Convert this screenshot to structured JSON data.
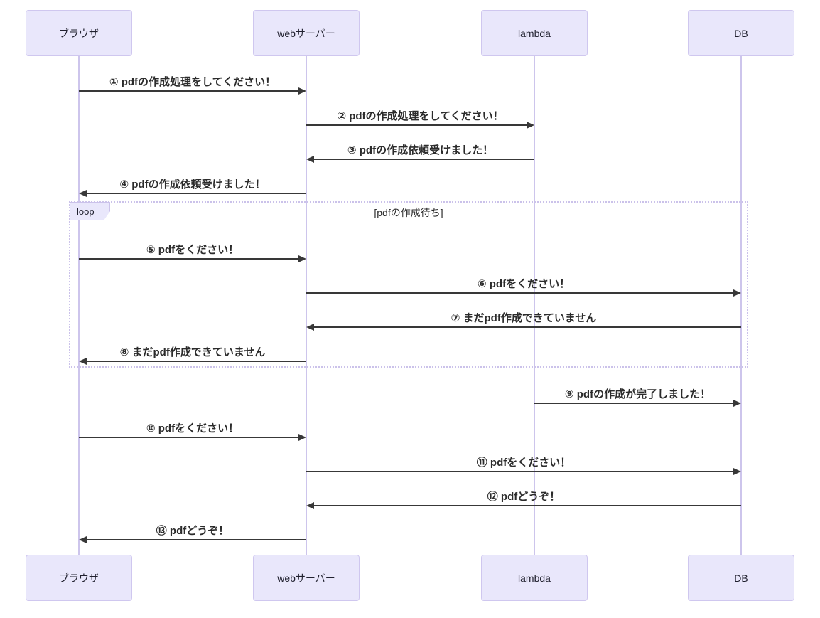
{
  "diagram": {
    "type": "sequence-diagram",
    "actors": [
      {
        "id": "browser",
        "label": "ブラウザ"
      },
      {
        "id": "webserver",
        "label": "webサーバー"
      },
      {
        "id": "lambda",
        "label": "lambda"
      },
      {
        "id": "db",
        "label": "DB"
      }
    ],
    "loop": {
      "keyword": "loop",
      "condition": "[pdfの作成待ち]",
      "first_message": 5,
      "last_message": 8
    },
    "messages": [
      {
        "n": 1,
        "from": "browser",
        "to": "webserver",
        "label": "① pdfの作成処理をしてください！"
      },
      {
        "n": 2,
        "from": "webserver",
        "to": "lambda",
        "label": "② pdfの作成処理をしてください！"
      },
      {
        "n": 3,
        "from": "lambda",
        "to": "webserver",
        "label": "③ pdfの作成依頼受けました！"
      },
      {
        "n": 4,
        "from": "webserver",
        "to": "browser",
        "label": "④ pdfの作成依頼受けました！"
      },
      {
        "n": 5,
        "from": "browser",
        "to": "webserver",
        "label": "⑤ pdfをください！"
      },
      {
        "n": 6,
        "from": "webserver",
        "to": "db",
        "label": "⑥ pdfをください！"
      },
      {
        "n": 7,
        "from": "db",
        "to": "webserver",
        "label": "⑦ まだpdf作成できていません"
      },
      {
        "n": 8,
        "from": "webserver",
        "to": "browser",
        "label": "⑧ まだpdf作成できていません"
      },
      {
        "n": 9,
        "from": "lambda",
        "to": "db",
        "label": "⑨ pdfの作成が完了しました！"
      },
      {
        "n": 10,
        "from": "browser",
        "to": "webserver",
        "label": "⑩ pdfをください！"
      },
      {
        "n": 11,
        "from": "webserver",
        "to": "db",
        "label": "⑪ pdfをください！"
      },
      {
        "n": 12,
        "from": "db",
        "to": "webserver",
        "label": "⑫ pdfどうぞ！"
      },
      {
        "n": 13,
        "from": "webserver",
        "to": "browser",
        "label": "⑬ pdfどうぞ！"
      }
    ],
    "colors": {
      "background": "#FFFFFF",
      "actor_fill": "#E9E7FB",
      "actor_border": "#CFC7EF",
      "actor_text": "#20202E",
      "lifeline": "#CDC5EC",
      "loop_border": "#CBC2EA",
      "arrow": "#383838",
      "message_text": "#2B2B2B"
    }
  }
}
